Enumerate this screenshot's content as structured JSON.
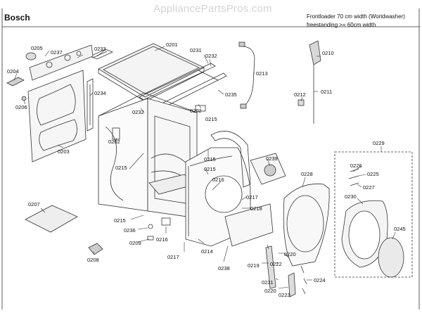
{
  "header": {
    "brand": "Bosch",
    "watermark": "AppliancePartsPros.com",
    "description_line1": "Frontloader 70 cm width (Worldwasher)",
    "description_line2": "freestanding >= 60cm width"
  },
  "part_labels": {
    "p0201": "0201",
    "p0202a": "0202",
    "p0202b": "0202",
    "p0203": "0203",
    "p0204": "0204",
    "p0205": "0205",
    "p0206": "0206",
    "p0207": "0207",
    "p0208": "0208",
    "p0209": "0209",
    "p0210": "0210",
    "p0211": "0211",
    "p0212": "0212",
    "p0213": "0213",
    "p0214": "0214",
    "p0215a": "0215",
    "p0215b": "0215",
    "p0215c": "0215",
    "p0215d": "0215",
    "p0215e": "0215",
    "p0216a": "0216",
    "p0216b": "0216",
    "p0217a": "0217",
    "p0217b": "0217",
    "p0218": "0218",
    "p0219": "0219",
    "p0220a": "0220",
    "p0220b": "0220",
    "p0221": "0221",
    "p0222": "0222",
    "p0223": "0223",
    "p0224": "0224",
    "p0225": "0225",
    "p0226": "0226",
    "p0227": "0227",
    "p0228": "0228",
    "p0229": "0229",
    "p0230": "0230",
    "p0231": "0231",
    "p0232a": "0232",
    "p0232b": "0232",
    "p0233": "0233",
    "p0234": "0234",
    "p0235": "0235",
    "p0236": "0236",
    "p0237": "0237",
    "p0238": "0238",
    "p0239": "0239",
    "p0245": "0245"
  }
}
